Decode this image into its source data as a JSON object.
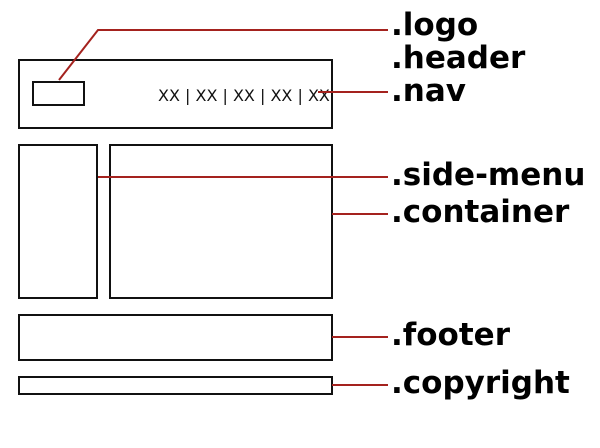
{
  "diagram": {
    "nav_text": "XX | XX | XX | XX | XX",
    "labels": {
      "logo": ".logo",
      "header": ".header",
      "nav": ".nav",
      "side_menu": ".side-menu",
      "container": ".container",
      "footer": ".footer",
      "copyright": ".copyright"
    },
    "colors": {
      "leader": "#a4221e",
      "outline": "#111111",
      "text": "#000000"
    }
  }
}
